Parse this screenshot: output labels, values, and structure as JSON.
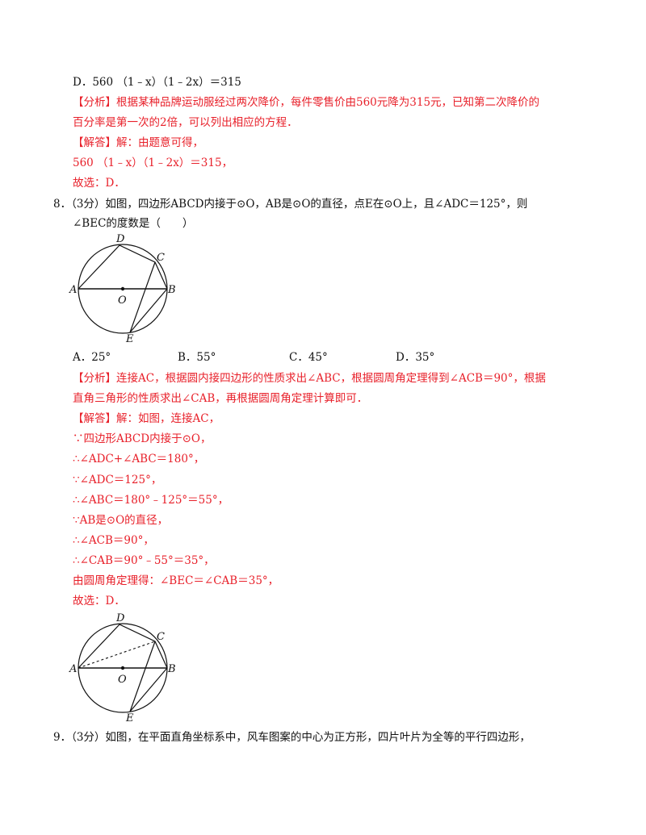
{
  "q7": {
    "option_d": "D．560 （1﹣x）（1﹣2x）＝315",
    "analysis_tag": "【分析】",
    "analysis_1": "根据某种品牌运动服经过两次降价，每件零售价由560元降为315元，已知第二次降价的",
    "analysis_2": "百分率是第一次的2倍，可以列出相应的方程．",
    "answer_tag": "【解答】",
    "answer_1": "解：由题意可得，",
    "answer_2": "560 （1﹣x）（1﹣2x）＝315，",
    "choose": "故选：D．"
  },
  "q8": {
    "stem_1": "8．（3分）如图，四边形ABCD内接于⊙O，AB是⊙O的直径，点E在⊙O上，且∠ADC＝125°，则",
    "stem_2": "∠BEC的度数是（　　）",
    "figure_labels": {
      "a": "A",
      "b": "B",
      "c": "C",
      "d": "D",
      "e": "E",
      "o": "O"
    },
    "options": [
      "A．25°",
      "B．55°",
      "C．45°",
      "D．35°"
    ],
    "analysis_tag": "【分析】",
    "analysis_1": "连接AC，根据圆内接四边形的性质求出∠ABC，根据圆周角定理得到∠ACB＝90°，根据",
    "analysis_2": "直角三角形的性质求出∠CAB，再根据圆周角定理计算即可．",
    "answer_tag": "【解答】",
    "steps": [
      "解：如图，连接AC，",
      "∵四边形ABCD内接于⊙O，",
      "∴∠ADC+∠ABC＝180°，",
      "∵∠ADC＝125°，",
      "∴∠ABC＝180°﹣125°＝55°，",
      "∵AB是⊙O的直径，",
      "∴∠ACB＝90°，",
      "∴∠CAB＝90°﹣55°＝35°，",
      "由圆周角定理得：∠BEC＝∠CAB＝35°，",
      "故选：D．"
    ]
  },
  "q9": {
    "stem_1": "9．（3分）如图，在平面直角坐标系中，风车图案的中心为正方形，四片叶片为全等的平行四边形，"
  }
}
